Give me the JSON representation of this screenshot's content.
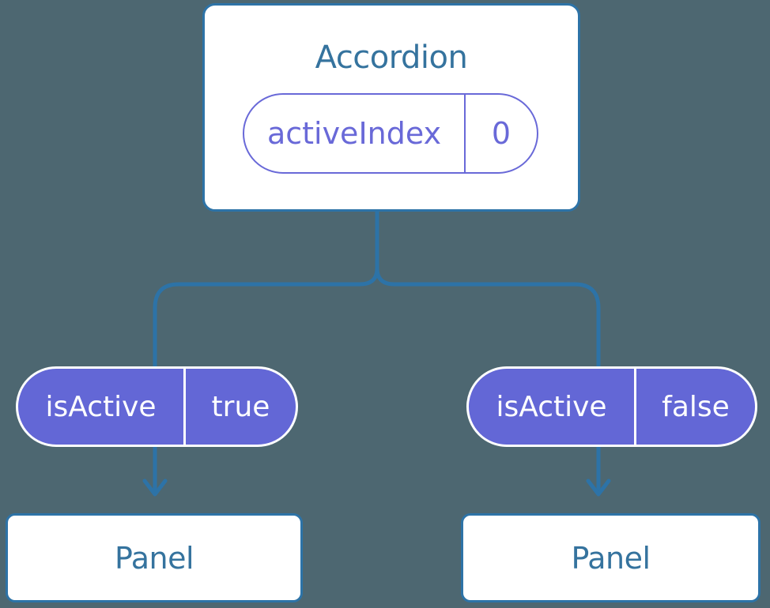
{
  "colors": {
    "background": "#4d6771",
    "stroke_blue": "#2d73a7",
    "text_blue": "#35739e",
    "purple": "#6367d6",
    "purple_outline": "#6969d8",
    "node_fill": "#ffffff",
    "prop_text": "#ffffff"
  },
  "tree": {
    "root": {
      "label": "Accordion",
      "state": {
        "name": "activeIndex",
        "value": "0"
      }
    },
    "children": [
      {
        "prop": {
          "name": "isActive",
          "value": "true"
        },
        "label": "Panel"
      },
      {
        "prop": {
          "name": "isActive",
          "value": "false"
        },
        "label": "Panel"
      }
    ]
  }
}
